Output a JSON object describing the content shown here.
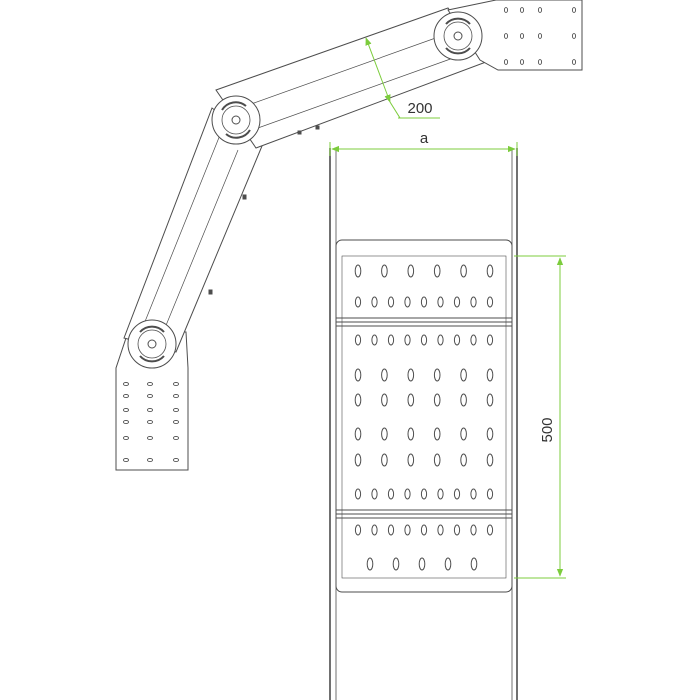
{
  "diagram": {
    "dimensions": {
      "width_label": "a",
      "length_label": "500",
      "offset_label": "200"
    },
    "colors": {
      "outline": "#4d4d4d",
      "dimension_line": "#7ccc3c",
      "dimension_text": "#333333",
      "background": "#ffffff"
    },
    "slot_rows": [
      {
        "count": 6,
        "kind": "long"
      },
      {
        "count": 9,
        "kind": "short"
      },
      {
        "count": 9,
        "kind": "short"
      },
      {
        "count": 6,
        "kind": "long"
      },
      {
        "count": 6,
        "kind": "long"
      },
      {
        "count": 6,
        "kind": "long"
      },
      {
        "count": 6,
        "kind": "long"
      },
      {
        "count": 9,
        "kind": "short"
      },
      {
        "count": 9,
        "kind": "short"
      },
      {
        "count": 5,
        "kind": "long"
      }
    ]
  }
}
